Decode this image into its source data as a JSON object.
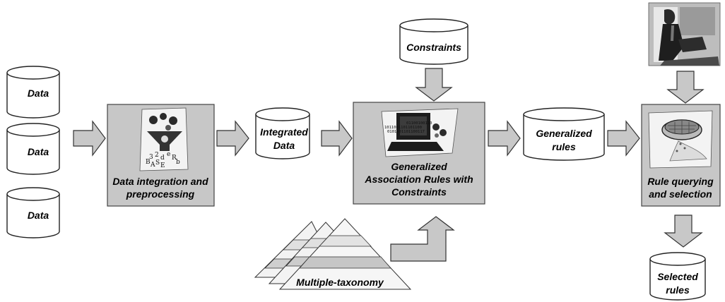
{
  "nodes": {
    "data_1": "Data",
    "data_2": "Data",
    "data_3": "Data",
    "integrated_data": [
      "Integrated",
      "Data"
    ],
    "constraints": "Constraints",
    "generalized_rules": [
      "Generalized",
      "rules"
    ],
    "selected_rules": [
      "Selected",
      "rules"
    ]
  },
  "processes": {
    "integration": [
      "Data integration and",
      "preprocessing"
    ],
    "mining": [
      "Generalized",
      "Association Rules with",
      "Constraints"
    ],
    "querying": [
      "Rule querying",
      "and selection"
    ]
  },
  "taxonomy": {
    "label": "Multiple-taxonomy"
  },
  "clipart": {
    "integration": "funnel-gears-icon",
    "integration_letters": [
      "B",
      "A",
      "S",
      "E",
      "3",
      "2",
      "d",
      "e",
      "R",
      "b"
    ],
    "mining": "computer-binary-icon",
    "binary_lines": [
      "01100100110",
      "1011001101101100",
      "0101001101100117"
    ],
    "querying": "sieve-icon",
    "user": "businessman-at-computer-icon"
  }
}
